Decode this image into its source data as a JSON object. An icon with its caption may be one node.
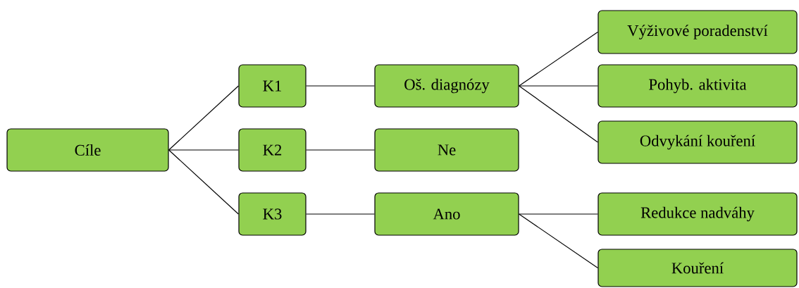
{
  "diagram": {
    "nodes": [
      {
        "text": [
          "Cíle"
        ]
      },
      {
        "text": [
          "K1"
        ]
      },
      {
        "text": [
          "K2"
        ]
      },
      {
        "text": [
          "K3"
        ]
      },
      {
        "text": [
          "Oš. diagnózy"
        ]
      },
      {
        "text": [
          "Ne"
        ]
      },
      {
        "text": [
          "Ano"
        ]
      },
      {
        "text": [
          "Výživové poradenství"
        ]
      },
      {
        "text": [
          "Pohyb. aktivita"
        ]
      },
      {
        "text": [
          "Odvykání kouření"
        ]
      },
      {
        "text": [
          "Redukce nadváhy"
        ]
      },
      {
        "text": [
          "Kouření"
        ]
      }
    ],
    "edges": [
      {
        "from": 0,
        "to": 1,
        "arrow": "none"
      },
      {
        "from": 0,
        "to": 2,
        "arrow": "none"
      },
      {
        "from": 0,
        "to": 3,
        "arrow": "none"
      },
      {
        "from": 1,
        "to": 4,
        "arrow": "none"
      },
      {
        "from": 2,
        "to": 5,
        "arrow": "none"
      },
      {
        "from": 3,
        "to": 6,
        "arrow": "none"
      },
      {
        "from": 4,
        "to": 7,
        "arrow": "none"
      },
      {
        "from": 4,
        "to": 8,
        "arrow": "none"
      },
      {
        "from": 4,
        "to": 9,
        "arrow": "none"
      },
      {
        "from": 6,
        "to": 10,
        "arrow": "none"
      },
      {
        "from": 6,
        "to": 11,
        "arrow": "none"
      }
    ]
  }
}
